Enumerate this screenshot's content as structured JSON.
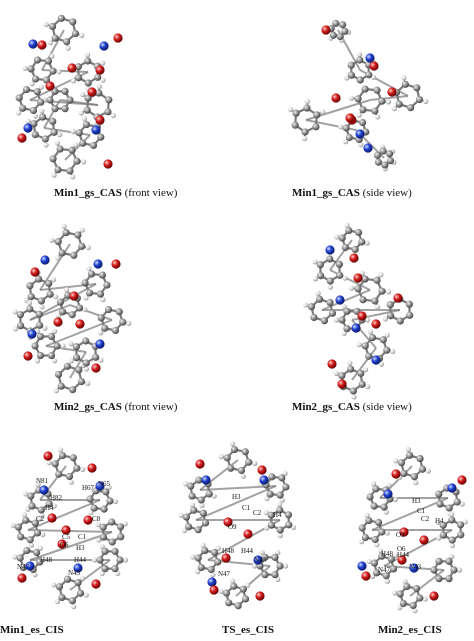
{
  "panels": [
    {
      "id": "min1-front",
      "label_bold": "Min1_gs_CAS",
      "label_rest": " (front view)",
      "atom_labels": []
    },
    {
      "id": "min1-side",
      "label_bold": "Min1_gs_CAS",
      "label_rest": " (side view)",
      "atom_labels": []
    },
    {
      "id": "min2-front",
      "label_bold": "Min2_gs_CAS",
      "label_rest": " (front view)",
      "atom_labels": []
    },
    {
      "id": "min2-side",
      "label_bold": "Min2_gs_CAS",
      "label_rest": " (side view)",
      "atom_labels": []
    },
    {
      "id": "min1-es",
      "label_bold": "Min1_es_CIS",
      "label_rest": "",
      "atom_labels": [
        "N81",
        "H67",
        "N65",
        "H82",
        "H4",
        "C2",
        "C8",
        "C5",
        "C1",
        "O6",
        "H3",
        "H48",
        "H44",
        "N47",
        "N43"
      ]
    },
    {
      "id": "ts-es",
      "label_bold": "TS_es_CIS",
      "label_rest": "",
      "atom_labels": [
        "H3",
        "C1",
        "C2",
        "H4",
        "O9",
        "H48",
        "H44",
        "N47",
        "N43"
      ]
    },
    {
      "id": "min2-es",
      "label_bold": "Min2_es_CIS",
      "label_rest": "",
      "atom_labels": [
        "H3",
        "C1",
        "C2",
        "H4",
        "O9",
        "H48",
        "O6",
        "H44",
        "N47",
        "N43"
      ]
    }
  ],
  "colors": {
    "carbon": "#8a8a8a",
    "hydrogen": "#e6e6e6",
    "oxygen": "#d01818",
    "nitrogen": "#1f3cc8",
    "bond": "#7a7a7a"
  }
}
